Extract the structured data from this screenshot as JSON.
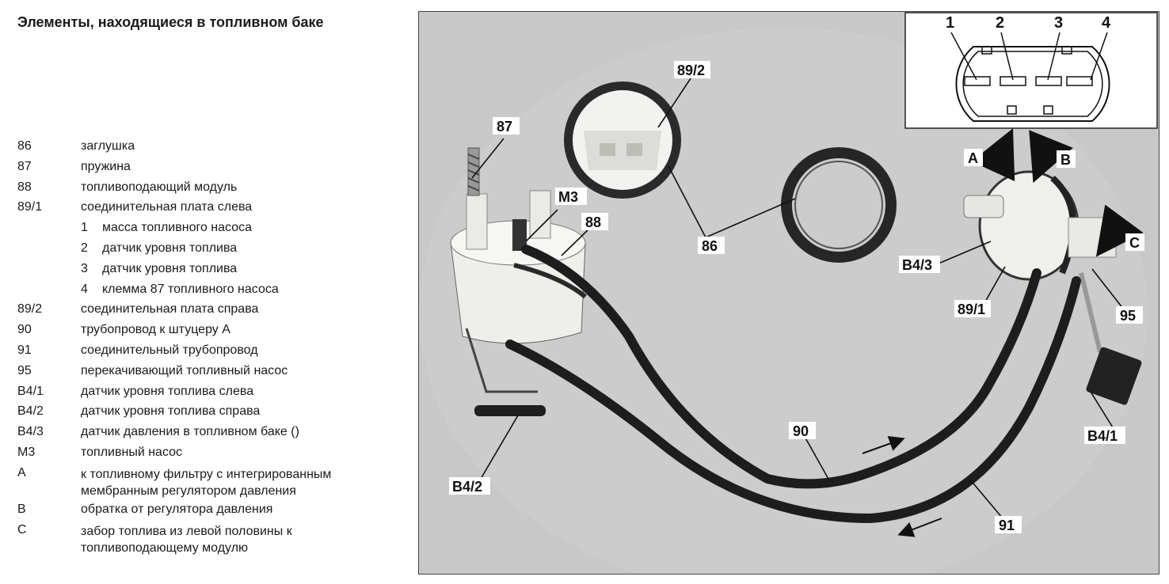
{
  "title": "Элементы, находящиеся в топливном баке",
  "legend": [
    {
      "code": "86",
      "text": "заглушка"
    },
    {
      "code": "87",
      "text": "пружина"
    },
    {
      "code": "88",
      "text": "топливоподающий модуль"
    },
    {
      "code": "89/1",
      "text": "соединительная плата слева"
    },
    {
      "num": "1",
      "text": "масса топливного насоса"
    },
    {
      "num": "2",
      "text": "датчик уровня топлива"
    },
    {
      "num": "3",
      "text": "датчик уровня топлива"
    },
    {
      "num": "4",
      "text": "клемма 87 топливного насоса"
    },
    {
      "code": "89/2",
      "text": "соединительная плата справа"
    },
    {
      "code": "90",
      "text": "трубопровод к штуцеру А"
    },
    {
      "code": "91",
      "text": "соединительный трубопровод"
    },
    {
      "code": "95",
      "text": "перекачивающий топливный насос"
    },
    {
      "code": "B4/1",
      "text": "датчик уровня топлива слева"
    },
    {
      "code": "B4/2",
      "text": "датчик уровня топлива справа"
    },
    {
      "code": "B4/3",
      "text": "датчик давления в топливном баке ()"
    },
    {
      "code": "M3",
      "text": "топливный насос"
    },
    {
      "code": "A",
      "text": "к топливному фильтру с интегрированным мембранным регулятором давления"
    },
    {
      "code": "B",
      "text": "обратка от регулятора давления"
    },
    {
      "code": "C",
      "text": "забор топлива из левой половины к топливоподающему модулю"
    }
  ],
  "diagram_labels": {
    "l87": "87",
    "l89_2": "89/2",
    "lM3": "M3",
    "l88": "88",
    "l86": "86",
    "lA": "A",
    "lB": "B",
    "lC": "C",
    "lB4_3": "B4/3",
    "l89_1": "89/1",
    "l95": "95",
    "lB4_1": "B4/1",
    "l90": "90",
    "lB4_2": "B4/2",
    "l91": "91"
  },
  "connector_pins": [
    "1",
    "2",
    "3",
    "4"
  ]
}
